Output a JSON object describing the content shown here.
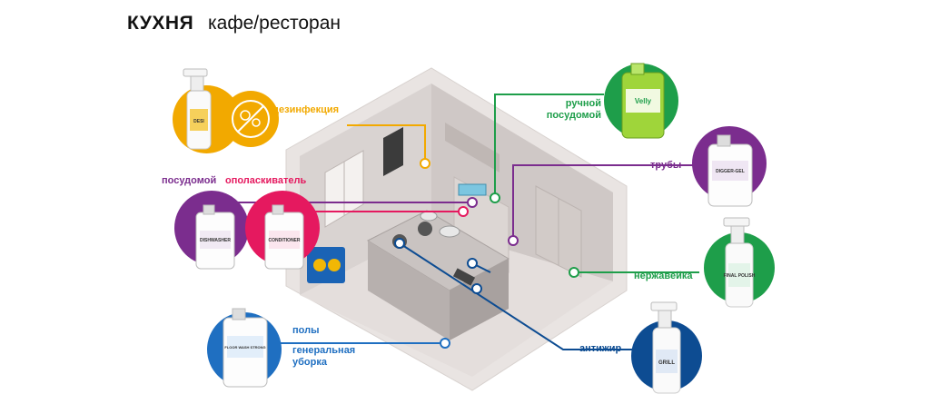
{
  "header": {
    "title_bold": "КУХНЯ",
    "title_light": "кафе/ресторан"
  },
  "labels": {
    "disinfection": "дезинфекция",
    "dishwasher": "посудомой",
    "rinse_aid": "ополаскиватель",
    "hand_dish": "ручной посудомой",
    "pipes": "трубы",
    "stainless": "нержавейка",
    "floors": "полы",
    "general_cleaning": "генеральная уборка",
    "antigrease": "антижир"
  },
  "products": {
    "disinfection": "DESI",
    "dishwasher": "DISHWASHER",
    "rinse_aid": "CONDITIONER",
    "hand_dish": "Velly",
    "pipes": "DIGGER-GEL",
    "stainless": "FINAL POLISH",
    "floors": "FLOOR WASH STRONG",
    "antigrease": "GRILL"
  },
  "colors": {
    "orange": "#F2A900",
    "purple": "#7B2D8E",
    "pink": "#E5195F",
    "green": "#1E9E4A",
    "blue": "#1F6FC1",
    "navy": "#0D4C92"
  }
}
